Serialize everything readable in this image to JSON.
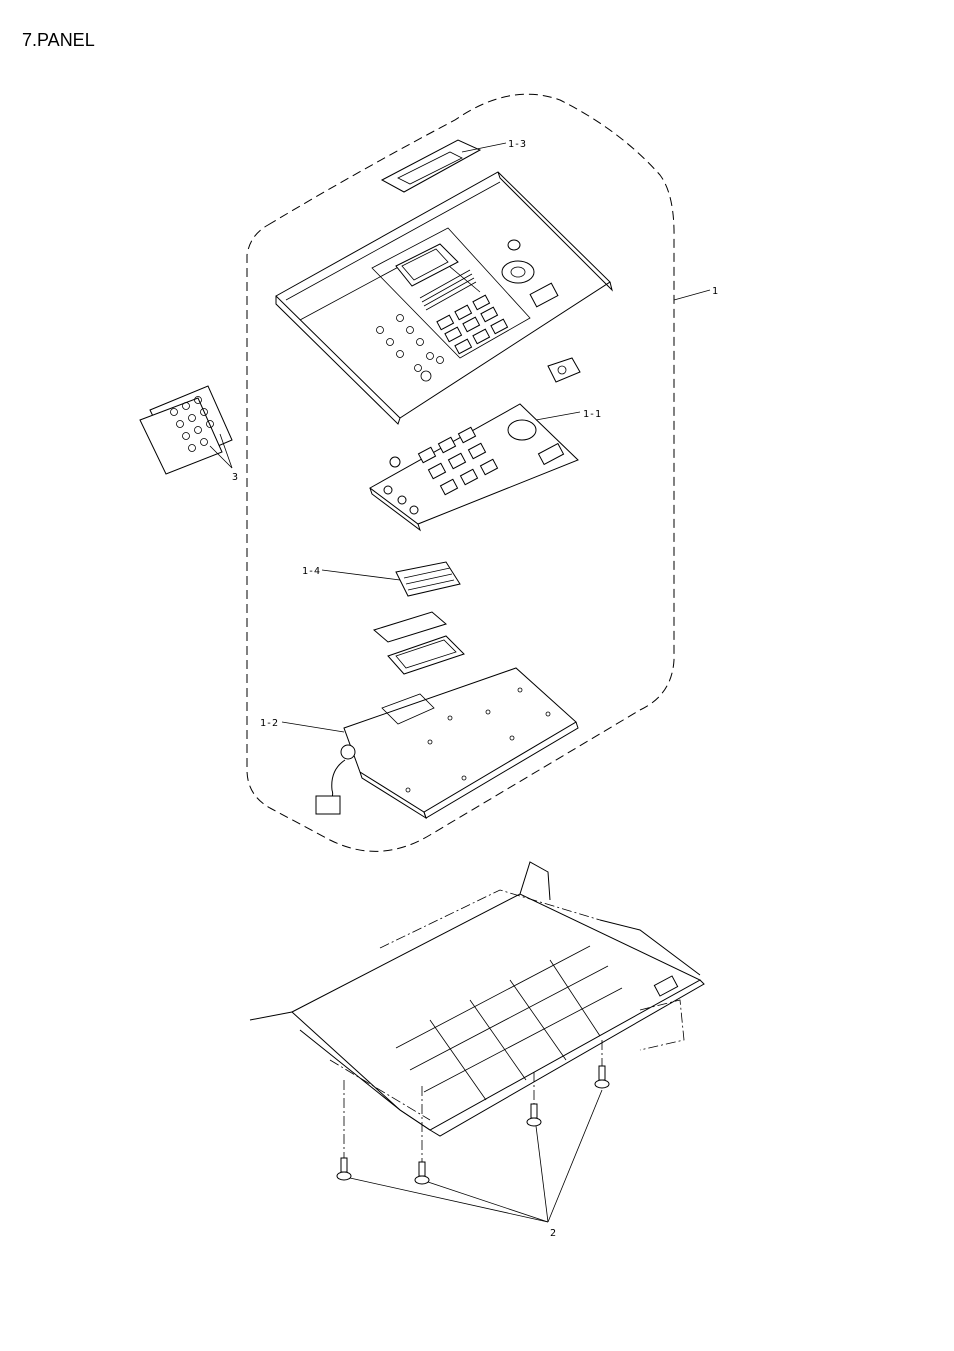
{
  "page": {
    "title": "7.PANEL"
  },
  "callouts": {
    "c1": "1",
    "c1_1": "1-1",
    "c1_2": "1-2",
    "c1_3": "1-3",
    "c1_4": "1-4",
    "c2": "2",
    "c3": "3"
  }
}
